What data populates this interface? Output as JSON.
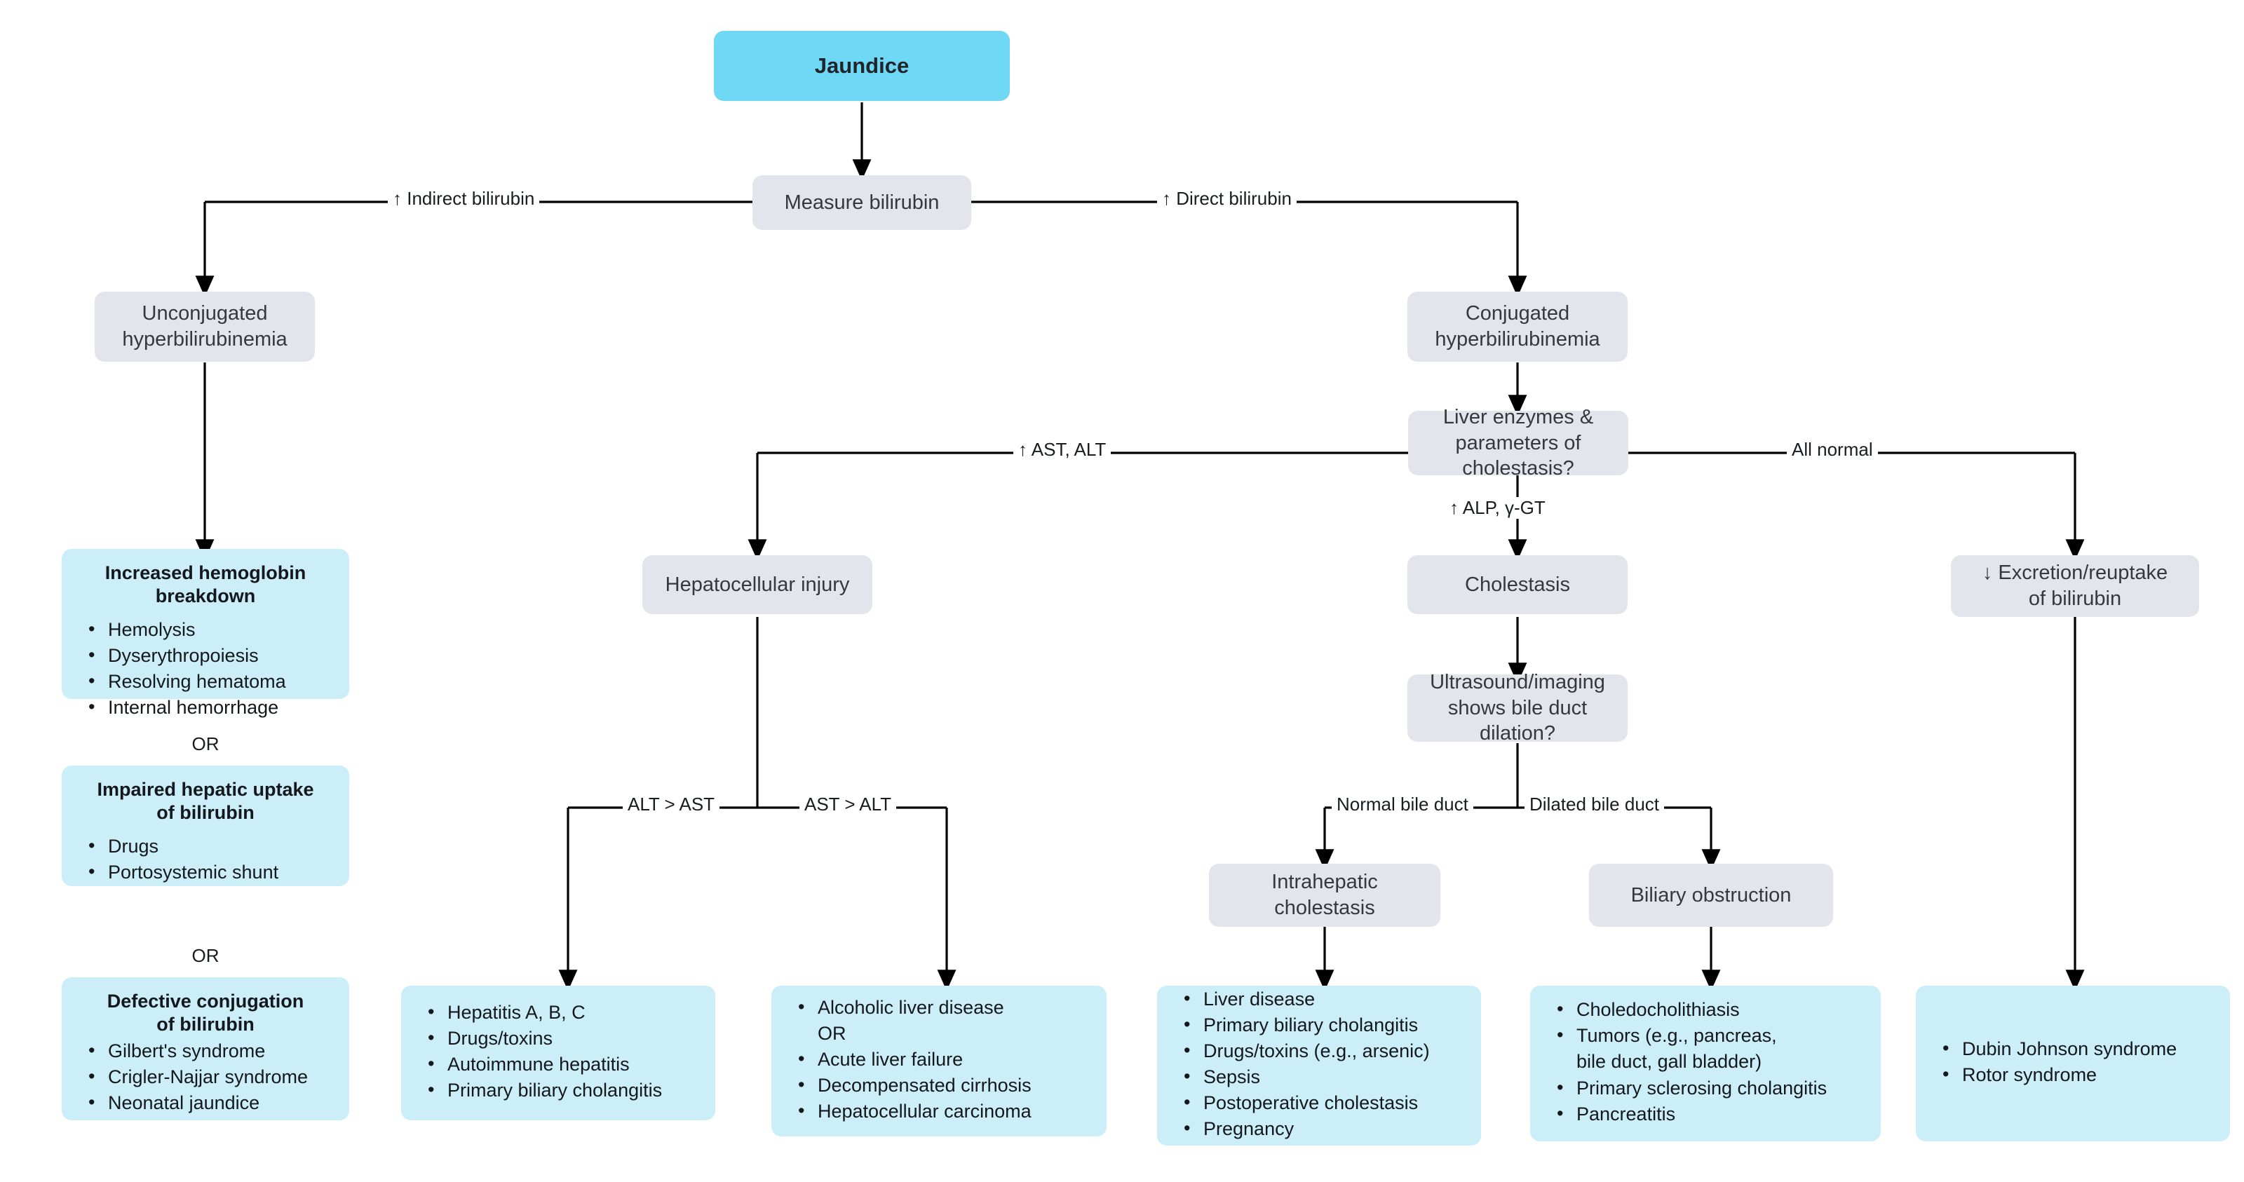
{
  "diagram": {
    "title": "Jaundice diagnostic algorithm",
    "colors": {
      "root_fill": "#6ed8f5",
      "decision_fill": "#e2e6ec",
      "outcome_fill": "#cbeef9",
      "line": "#000000",
      "text": "#1f1f1f"
    }
  },
  "nodes": {
    "jaundice": {
      "label": "Jaundice"
    },
    "measure_bilirubin": {
      "label": "Measure bilirubin"
    },
    "unconjugated": {
      "line1": "Unconjugated",
      "line2": "hyperbilirubinemia"
    },
    "conjugated": {
      "line1": "Conjugated",
      "line2": "hyperbilirubinemia"
    },
    "liver_enzymes": {
      "line1": "Liver enzymes &",
      "line2": "parameters of",
      "line3": "cholestasis?"
    },
    "hepatocellular_injury": {
      "label": "Hepatocellular injury"
    },
    "cholestasis": {
      "label": "Cholestasis"
    },
    "ultrasound": {
      "line1": "Ultrasound/imaging",
      "line2": "shows bile duct",
      "line3": "dilation?"
    },
    "excretion_reuptake": {
      "line1": "↓ Excretion/reuptake",
      "line2": "of bilirubin"
    },
    "intrahepatic_cholestasis": {
      "line1": "Intrahepatic",
      "line2": "cholestasis"
    },
    "biliary_obstruction": {
      "label": "Biliary obstruction"
    }
  },
  "edge_labels": {
    "indirect_bilirubin": "↑ Indirect bilirubin",
    "direct_bilirubin": "↑ Direct bilirubin",
    "ast_alt_up": "↑ AST, ALT",
    "alp_ggt_up": "↑ ALP, γ-GT",
    "all_normal": "All normal",
    "alt_gt_ast": "ALT > AST",
    "ast_gt_alt": "AST > ALT",
    "normal_bile_duct": "Normal bile duct",
    "dilated_bile_duct": "Dilated bile duct"
  },
  "connectors": {
    "or_1": "OR",
    "or_2": "OR"
  },
  "outcome_boxes": {
    "increased_hemoglobin_breakdown": {
      "title_line1": "Increased hemoglobin",
      "title_line2": "breakdown",
      "items": [
        "Hemolysis",
        "Dyserythropoiesis",
        "Resolving hematoma",
        "Internal hemorrhage"
      ]
    },
    "impaired_hepatic_uptake": {
      "title_line1": "Impaired hepatic uptake",
      "title_line2": "of bilirubin",
      "items": [
        "Drugs",
        "Portosystemic shunt"
      ]
    },
    "defective_conjugation": {
      "title_line1": "Defective conjugation",
      "title_line2": "of bilirubin",
      "items": [
        "Gilbert's syndrome",
        "Crigler-Najjar syndrome",
        "Neonatal jaundice"
      ]
    },
    "alt_dominant_causes": {
      "items": [
        "Hepatitis A, B, C",
        "Drugs/toxins",
        "Autoimmune hepatitis",
        "Primary biliary cholangitis"
      ]
    },
    "ast_dominant_causes": {
      "items": [
        "Alcoholic liver disease",
        "OR",
        "Acute liver failure",
        "Decompensated cirrhosis",
        "Hepatocellular carcinoma"
      ]
    },
    "intrahepatic_causes": {
      "items": [
        "Liver disease",
        "Primary biliary cholangitis",
        "Drugs/toxins (e.g., arsenic)",
        "Sepsis",
        "Postoperative cholestasis",
        "Pregnancy"
      ]
    },
    "obstruction_causes": {
      "items": [
        "Choledocholithiasis",
        "Tumors (e.g., pancreas,",
        "bile duct, gall bladder)",
        "Primary sclerosing cholangitis",
        "Pancreatitis"
      ]
    },
    "excretion_causes": {
      "items": [
        "Dubin Johnson syndrome",
        "Rotor syndrome"
      ]
    }
  }
}
